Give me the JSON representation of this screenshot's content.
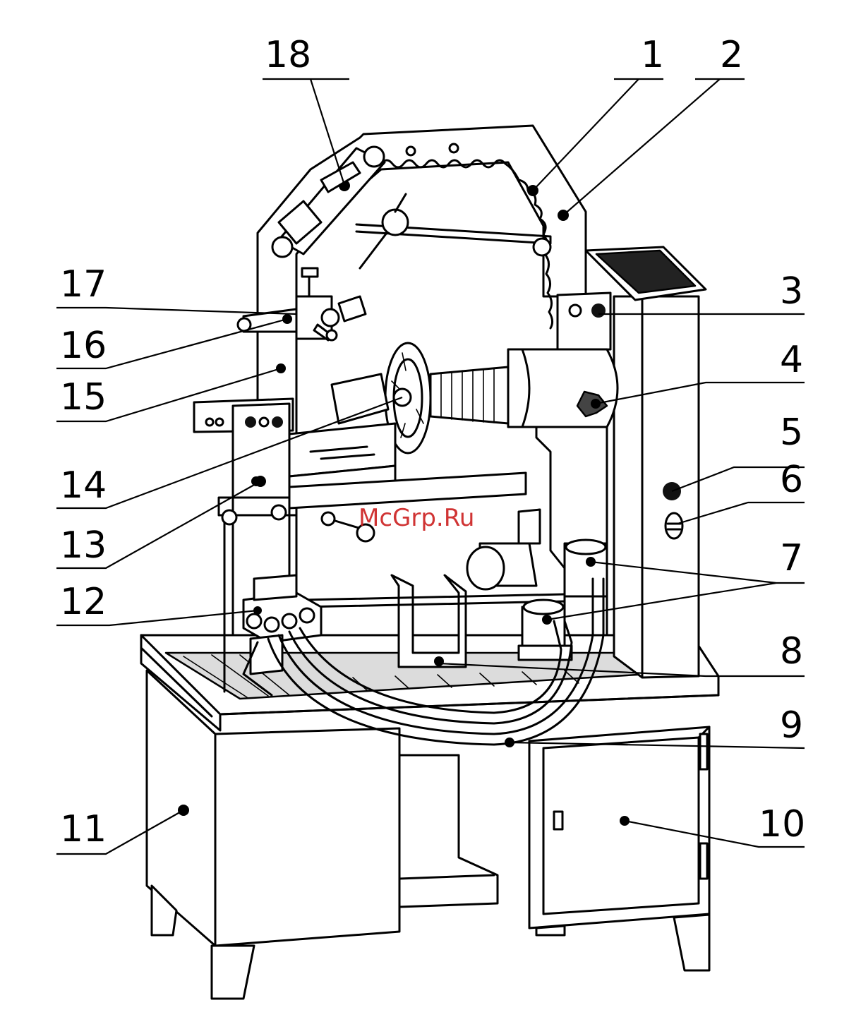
{
  "watermark": "McGrp.Ru",
  "callouts": [
    {
      "label": "1"
    },
    {
      "label": "2"
    },
    {
      "label": "3"
    },
    {
      "label": "4"
    },
    {
      "label": "5"
    },
    {
      "label": "6"
    },
    {
      "label": "7"
    },
    {
      "label": "8"
    },
    {
      "label": "9"
    },
    {
      "label": "10"
    },
    {
      "label": "11"
    },
    {
      "label": "12"
    },
    {
      "label": "13"
    },
    {
      "label": "14"
    },
    {
      "label": "15"
    },
    {
      "label": "16"
    },
    {
      "label": "17"
    },
    {
      "label": "18"
    }
  ]
}
